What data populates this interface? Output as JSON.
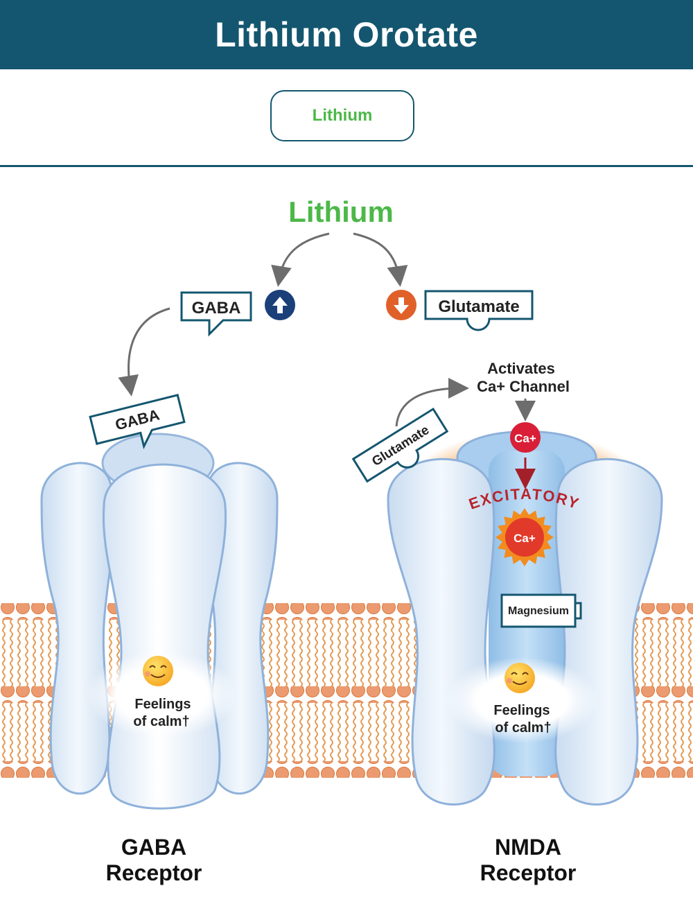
{
  "header": {
    "title": "Lithium Orotate"
  },
  "tab": {
    "label": "Lithium"
  },
  "diagram": {
    "source_label": "Lithium",
    "gaba_badge": "GABA",
    "glutamate_badge": "Glutamate",
    "gaba_bound": "GABA",
    "glutamate_bound": "Glutamate",
    "activates_line1": "Activates",
    "activates_line2": "Ca+ Channel",
    "ca_ion_top": "Ca+",
    "ca_ion_burst": "Ca+",
    "excitatory": "EXCITATORY",
    "magnesium": "Magnesium",
    "calm_left_line1": "Feelings",
    "calm_left_line2": "of calm†",
    "calm_right_line1": "Feelings",
    "calm_right_line2": "of calm†",
    "gaba_receptor_line1": "GABA",
    "gaba_receptor_line2": "Receptor",
    "nmda_receptor_line1": "NMDA",
    "nmda_receptor_line2": "Receptor"
  },
  "colors": {
    "header": "#14566f",
    "green": "#4cb848",
    "blue_up": "#1b3f78",
    "orange_down": "#e0602a",
    "ca_red": "#d81f37",
    "excitatory_red": "#b8242c",
    "membrane": "#e8965a"
  },
  "icons": [
    "arrow-up-icon",
    "arrow-down-icon",
    "smiley-icon",
    "ca-burst-icon"
  ]
}
